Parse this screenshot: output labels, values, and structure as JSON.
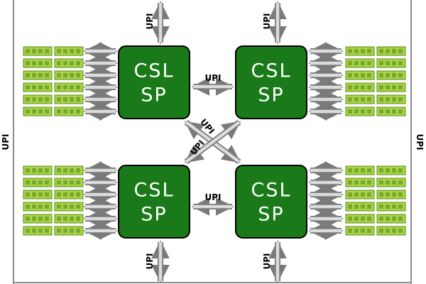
{
  "processor": {
    "line1": "CSL",
    "line2": "SP",
    "count": 4
  },
  "link_label": "UPI",
  "dimms_per_processor": 12,
  "colors": {
    "chip_fill": "#1a7a1a",
    "chip_stroke": "#000000",
    "dimm_fill": "#a6d645",
    "dimm_stroke": "#5e8a18",
    "arrow_fill": "#dcdcdc",
    "arrow_stroke": "#7a7a7a",
    "frame": "#8c8c8c"
  }
}
